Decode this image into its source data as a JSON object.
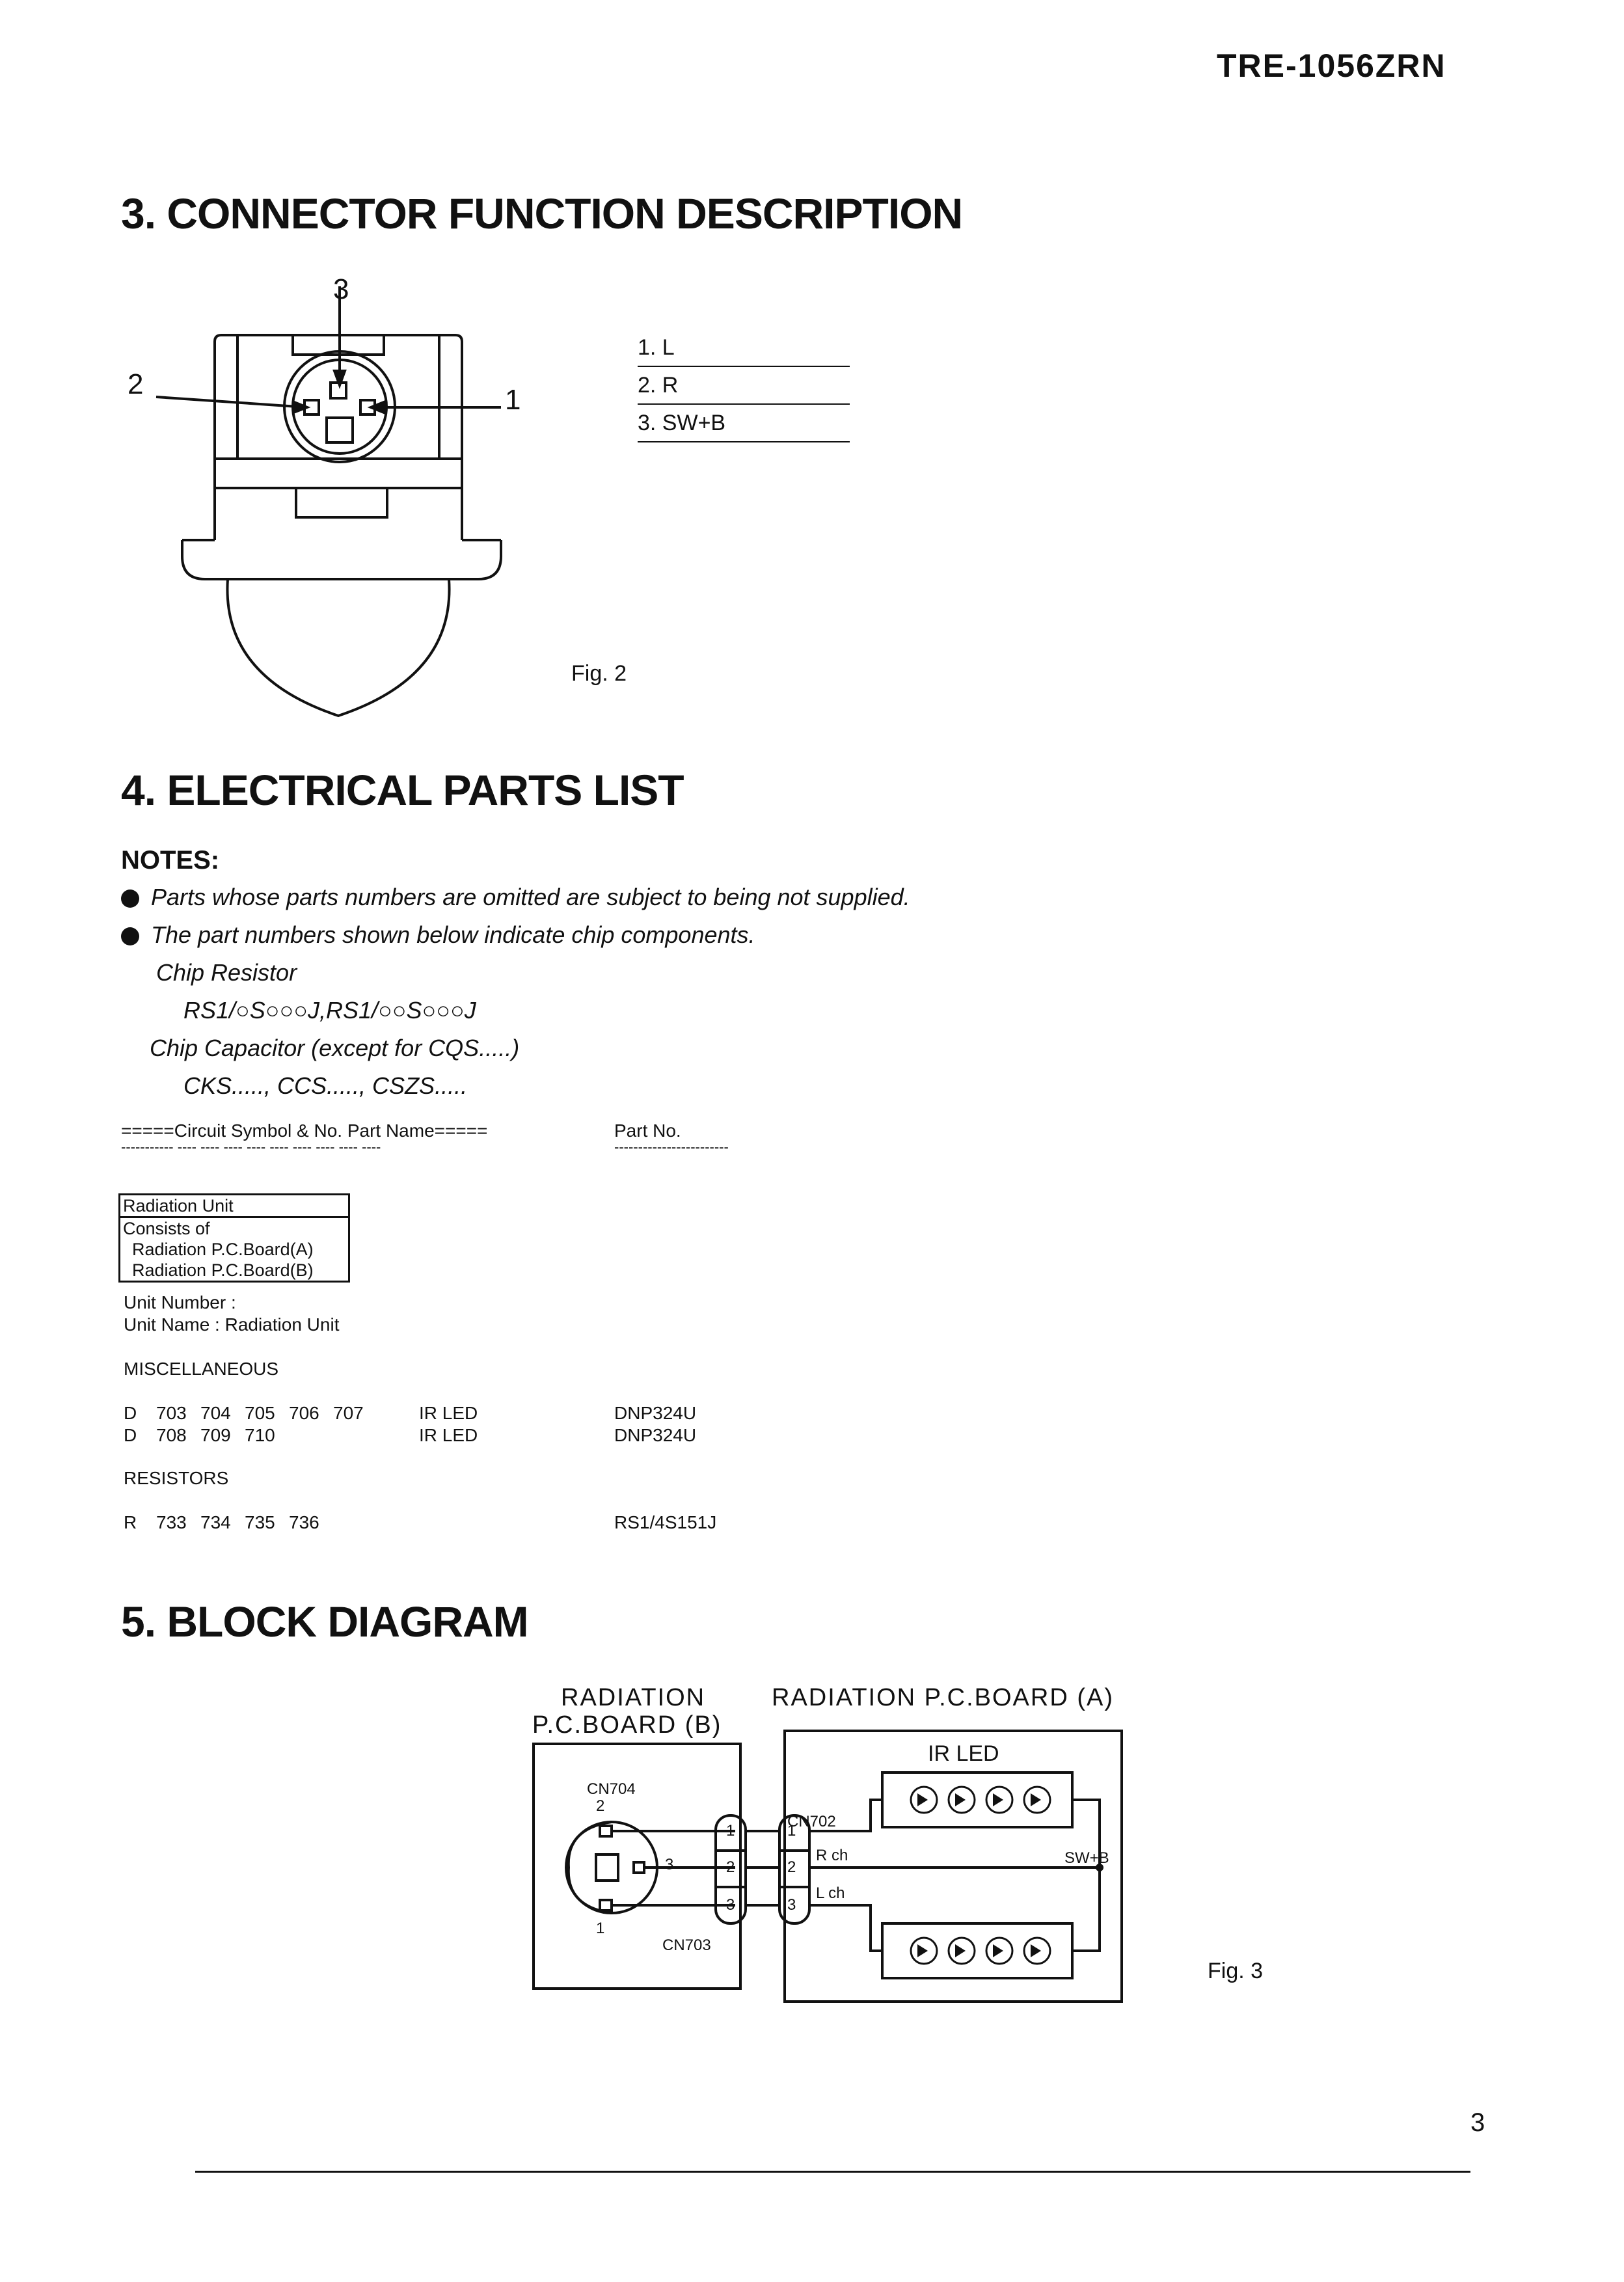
{
  "header": {
    "model": "TRE-1056ZRN"
  },
  "sections": {
    "connector": {
      "title": "3. CONNECTOR FUNCTION DESCRIPTION",
      "callouts": [
        "3",
        "2",
        "1"
      ],
      "pins": [
        "1. L",
        "2. R",
        "3. SW+B"
      ],
      "fig": "Fig. 2"
    },
    "parts": {
      "title": "4. ELECTRICAL PARTS LIST",
      "notes_heading": "NOTES:",
      "note1": "Parts whose parts numbers are omitted are subject to being not supplied.",
      "note2": "The part numbers shown below indicate chip components.",
      "chip_resistor_label": "Chip Resistor",
      "chip_resistor_codes": "RS1/○S○○○J,RS1/○○S○○○J",
      "chip_capacitor_label": "Chip Capacitor (except for CQS.....)",
      "chip_capacitor_codes": "CKS....., CCS....., CSZS.....",
      "col_header_left": "=====Circuit Symbol & No. Part  Name=====",
      "col_header_right": "Part No.",
      "col_dash_left": "----------- ----  ----  ----  ----  ----  ----  ----  ----  ----",
      "col_dash_right": "------------------------",
      "unit_box": [
        "Radiation Unit",
        "Consists of",
        "  Radiation P.C.Board(A)",
        "  Radiation P.C.Board(B)"
      ],
      "unit_number": "Unit Number  :",
      "unit_name": "Unit Name     : Radiation Unit",
      "misc_heading": "MISCELLANEOUS",
      "misc_rows": [
        {
          "sym": "D",
          "nums": [
            "703",
            "704",
            "705",
            "706",
            "707"
          ],
          "name": "IR LED",
          "part": "DNP324U"
        },
        {
          "sym": "D",
          "nums": [
            "708",
            "709",
            "710"
          ],
          "name": "IR LED",
          "part": "DNP324U"
        }
      ],
      "resistors_heading": "RESISTORS",
      "resistor_rows": [
        {
          "sym": "R",
          "nums": [
            "733",
            "734",
            "735",
            "736"
          ],
          "part": "RS1/4S151J"
        }
      ]
    },
    "block": {
      "title": "5. BLOCK DIAGRAM",
      "board_b_line1": "RADIATION",
      "board_b_line2": "P.C.BOARD (B)",
      "board_a": "RADIATION P.C.BOARD (A)",
      "ir_led": "IR LED",
      "cn704": "CN704",
      "cn703": "CN703",
      "cn702": "CN702",
      "pin_2": "2",
      "pin_3": "3",
      "pin_1": "1",
      "conn_pins": [
        "1",
        "2",
        "3"
      ],
      "r_ch": "R ch",
      "l_ch": "L ch",
      "swb": "SW+B",
      "fig": "Fig. 3"
    }
  },
  "footer": {
    "page": "3"
  }
}
